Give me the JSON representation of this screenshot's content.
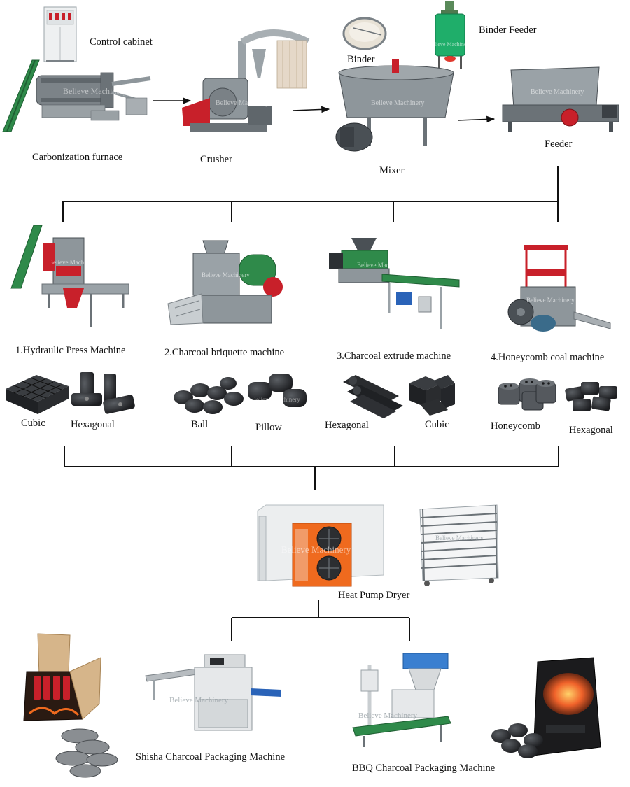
{
  "brand": {
    "watermark": "Believe Machinery"
  },
  "stage1": {
    "control_cabinet": "Control cabinet",
    "carbonization_furnace": "Carbonization furnace",
    "crusher": "Crusher",
    "binder": "Binder",
    "binder_feeder": "Binder Feeder",
    "mixer": "Mixer",
    "feeder": "Feeder"
  },
  "machines": [
    {
      "label": "1.Hydraulic Press Machine",
      "products": [
        "Cubic",
        "Hexagonal"
      ]
    },
    {
      "label": "2.Charcoal briquette machine",
      "products": [
        "Ball",
        "Pillow"
      ]
    },
    {
      "label": "3.Charcoal extrude machine",
      "products": [
        "Hexagonal",
        "Cubic"
      ]
    },
    {
      "label": "4.Honeycomb coal machine",
      "products": [
        "Honeycomb",
        "Hexagonal"
      ]
    }
  ],
  "dryer": {
    "label": "Heat Pump Dryer"
  },
  "packaging": {
    "shisha": "Shisha Charcoal Packaging Machine",
    "bbq": "BBQ Charcoal Packaging Machine"
  },
  "colors": {
    "machine_gray": "#8f979c",
    "dark_gray": "#4a5055",
    "red": "#c8202a",
    "green": "#2f8a4a",
    "orange": "#ef6a1e",
    "charcoal": "#2a2c2f",
    "line": "#111111"
  }
}
